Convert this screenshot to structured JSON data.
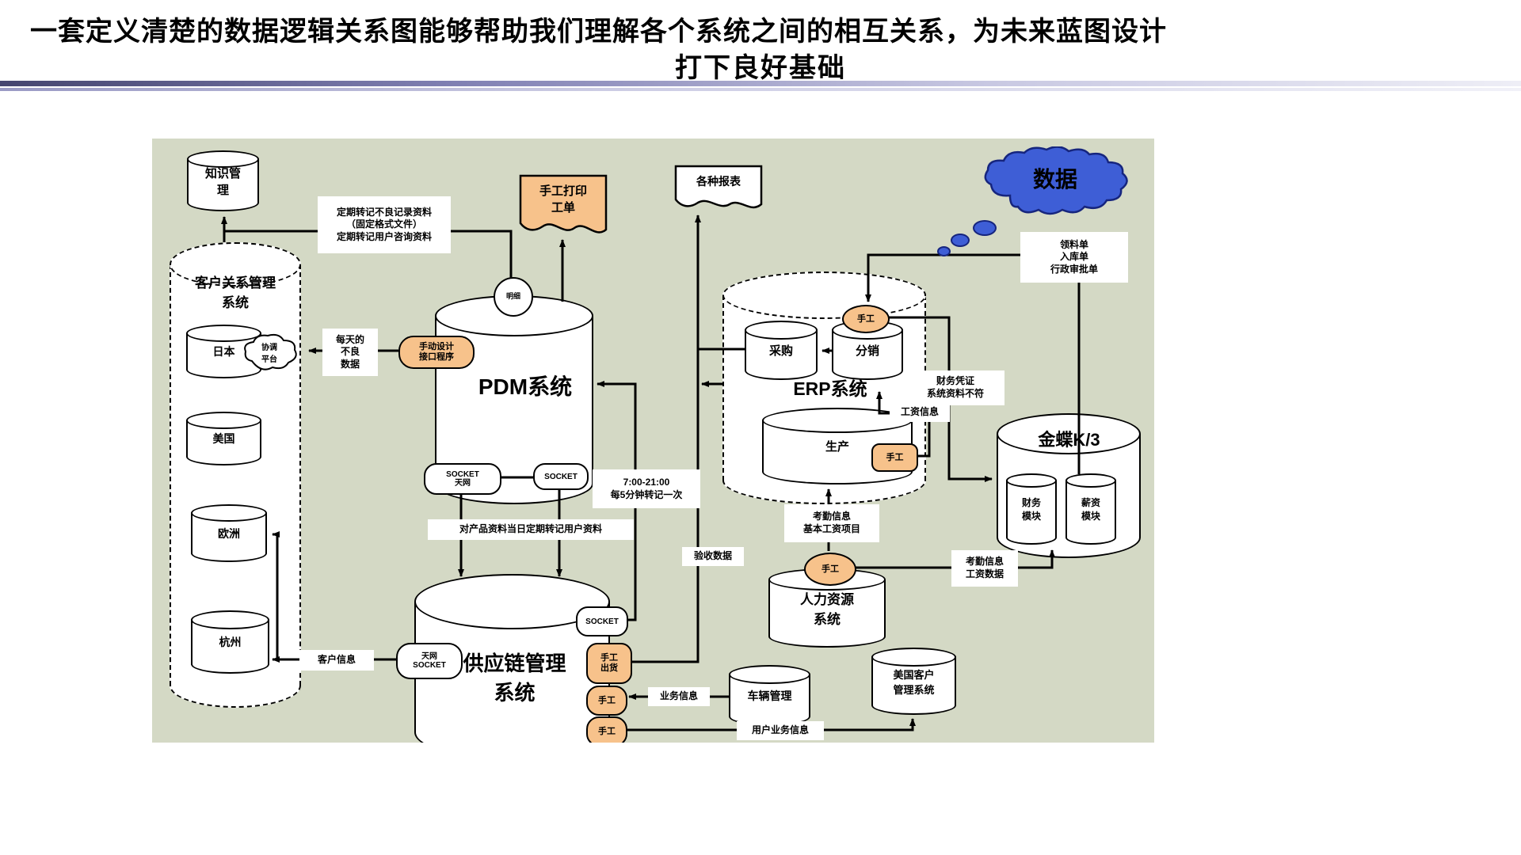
{
  "title": {
    "line1": "一套定义清楚的数据逻辑关系图能够帮助我们理解各个系统之间的相互关系，为未来蓝图设计",
    "line2": "打下良好基础"
  },
  "colors": {
    "diagram_bg": "#d4d9c5",
    "manual_orange": "#f7c28b",
    "cloud_blue": "#3e5ed6",
    "divider_dark": "#45456f"
  },
  "diagram": {
    "knowledge_db": "知识管\n理",
    "transfer_note": "定期转记不良记录资料\n（固定格式文件）\n定期转记用户咨询资料",
    "crm": {
      "title": "客户关系管理\n系统",
      "region_japan": "日本",
      "region_usa": "美国",
      "region_europe": "欧洲",
      "region_hangzhou": "杭州",
      "platform_cloud": "协调\n平台"
    },
    "daily_data_note": "每天的\n不良\n数据",
    "interface_pill": "手动设计\n接口程序",
    "manual_workorder": "手工打印\n工单",
    "pdm": {
      "title": "PDM系统",
      "detail_node": "明细",
      "socket_left": "SOCKET\n天网",
      "socket_right": "SOCKET"
    },
    "schedule_note": "7:00-21:00\n每5分钟转记一次",
    "product_note": "对产品资料当日定期转记用户资料",
    "scm": {
      "title": "供应链管理\n系统",
      "socket_west": "天网\nSOCKET",
      "socket_east": "SOCKET",
      "manual_ship": "手工\n出货"
    },
    "manual_label": "手工",
    "customer_info_note": "客户信息",
    "reports_doc": "各种报表",
    "acceptance_note": "验收数据",
    "erp": {
      "title": "ERP系统",
      "purchase": "采购",
      "distribution": "分销",
      "production": "生产"
    },
    "salary_info_note": "工资信息",
    "voucher_note": "财务凭证\n系统资料不符",
    "orders_note": "领料单\n入库单\n行政审批单",
    "data_cloud": "数据",
    "kingdee": {
      "title": "金蝶K/3",
      "finance_module": "财务\n模块",
      "payroll_module": "薪资\n模块"
    },
    "hr": {
      "title": "人力资源\n系统",
      "attendance_note": "考勤信息\n基本工资项目",
      "salary_note": "考勤信息\n工资数据"
    },
    "vehicle_db": "车辆管理",
    "business_info_note": "业务信息",
    "user_business_note": "用户业务信息",
    "us_customer_db": "美国客户\n管理系统"
  }
}
